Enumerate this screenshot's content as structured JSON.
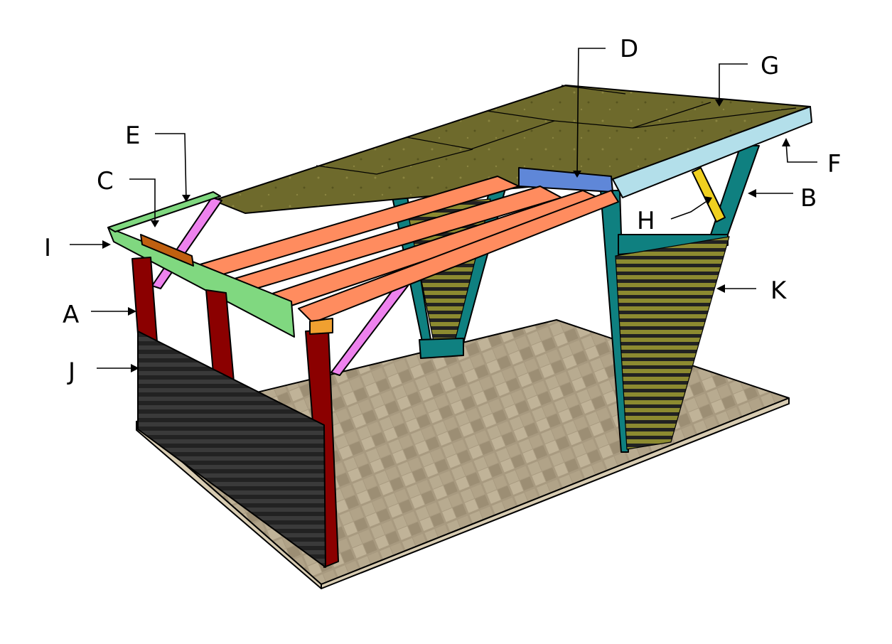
{
  "callouts": {
    "A": "A",
    "B": "B",
    "C": "C",
    "D": "D",
    "E": "E",
    "F": "F",
    "G": "G",
    "H": "H",
    "I": "I",
    "J": "J",
    "K": "K"
  },
  "colors": {
    "post_A": "#8b0000",
    "frame_B": "#0f7f7f",
    "rafter": "#ff8c5f",
    "beam_D": "#5f87d8",
    "brace_E": "#ee82ee",
    "fascia_F": "#b3dfea",
    "roof_G": "#6b6b2a",
    "strut_H": "#f0d020",
    "rim_I": "#80d880",
    "siding_J": "#333333",
    "slats_K": "#8a8a30",
    "floor": "#b0a38a"
  }
}
